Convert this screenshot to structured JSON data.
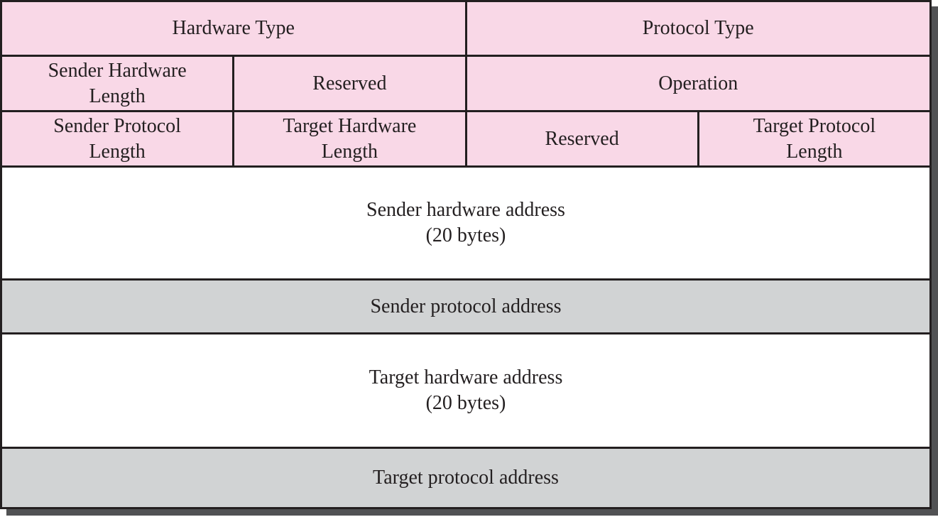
{
  "diagram": {
    "kind": "packet-format-table",
    "colors": {
      "header_fill": "#f9d8e7",
      "hardware_address_fill": "#ffffff",
      "protocol_address_fill": "#d1d3d4",
      "grid_line": "#231f20",
      "shadow": "#515254"
    },
    "fields": {
      "hardware_type": "Hardware Type",
      "protocol_type": "Protocol Type",
      "sender_hardware_length": "Sender Hardware\nLength",
      "reserved_top": "Reserved",
      "operation": "Operation",
      "sender_protocol_length": "Sender Protocol\nLength",
      "target_hardware_length": "Target Hardware\nLength",
      "reserved_bottom": "Reserved",
      "target_protocol_length": "Target Protocol\nLength",
      "sender_hardware_address": "Sender hardware address\n(20 bytes)",
      "sender_protocol_address": "Sender protocol address",
      "target_hardware_address": "Target hardware address\n(20 bytes)",
      "target_protocol_address": "Target protocol address"
    }
  }
}
